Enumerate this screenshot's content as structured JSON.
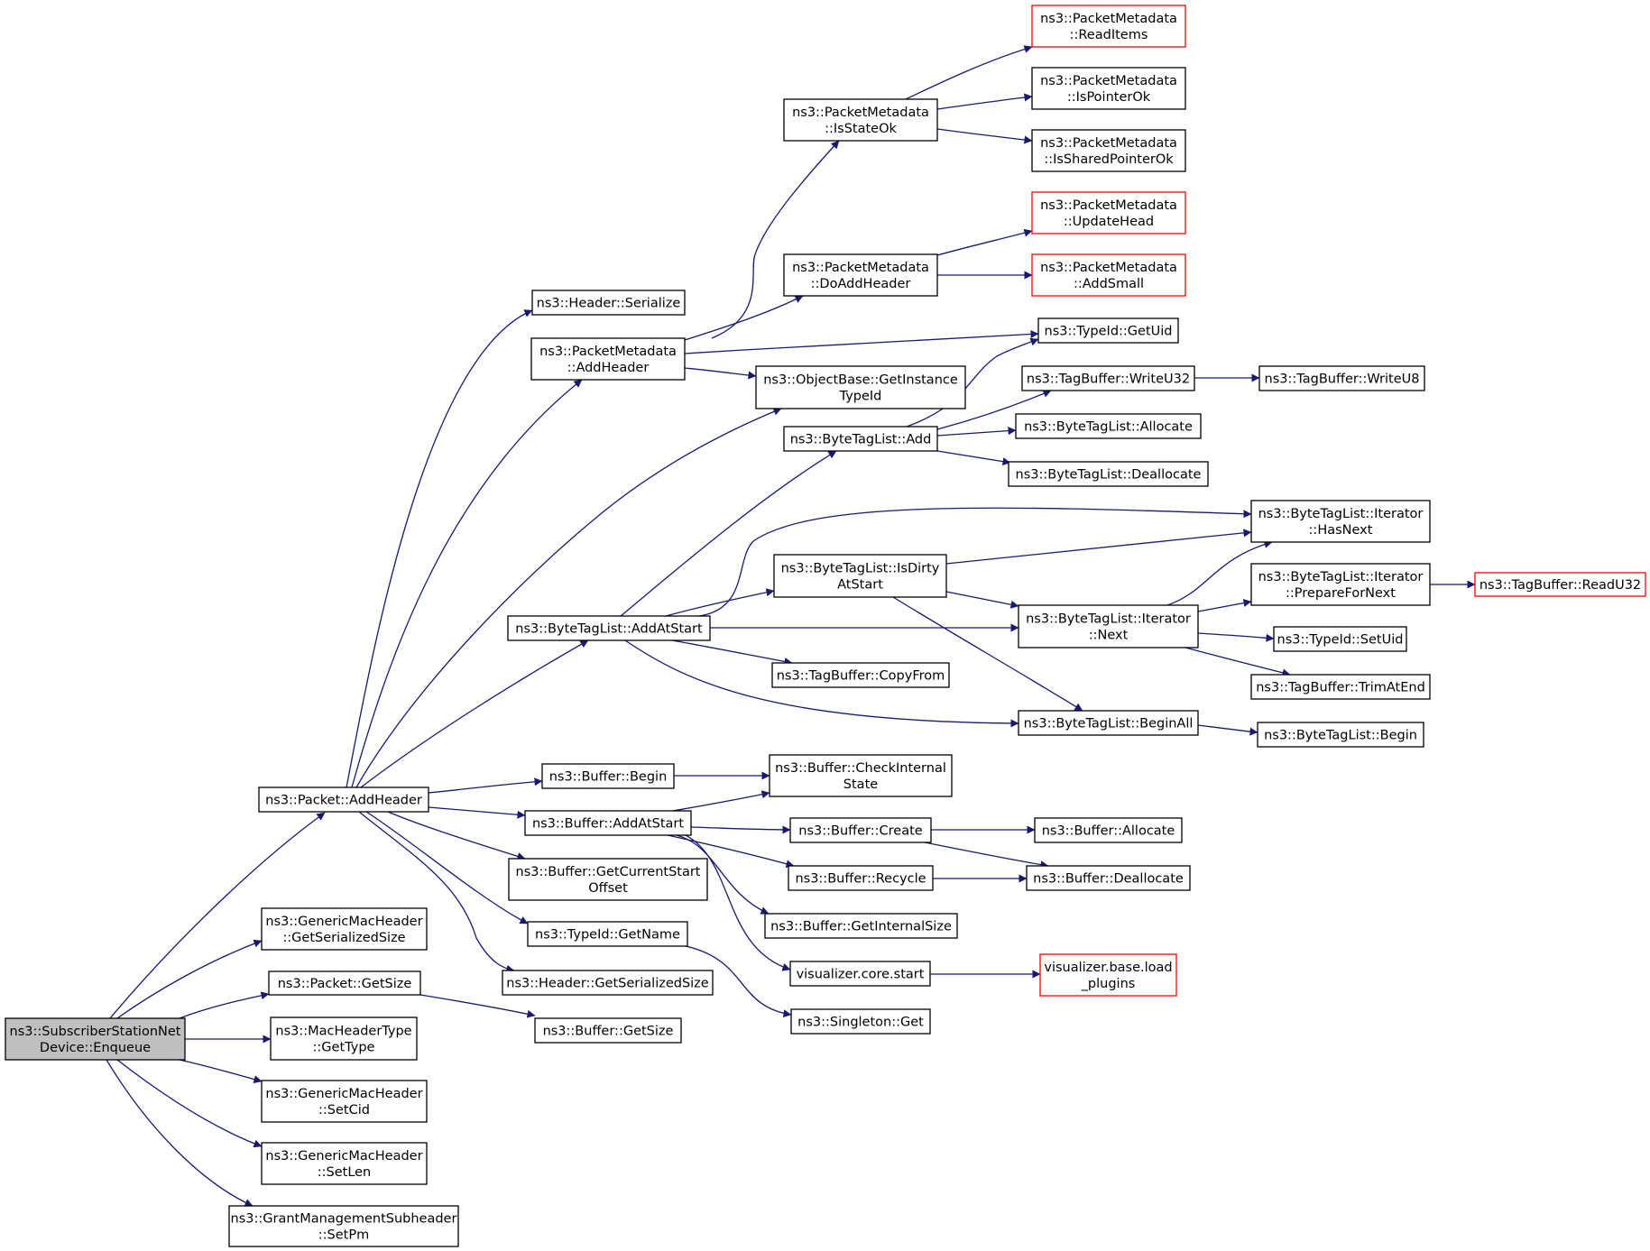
{
  "diagram": {
    "nodes": [
      {
        "id": "enqueue",
        "lines": [
          "ns3::SubscriberStationNet",
          "Device::Enqueue"
        ],
        "style": "root"
      },
      {
        "id": "p_addheader",
        "lines": [
          "ns3::Packet::AddHeader"
        ],
        "style": "normal"
      },
      {
        "id": "gmh_getsersize",
        "lines": [
          "ns3::GenericMacHeader",
          "::GetSerializedSize"
        ],
        "style": "normal"
      },
      {
        "id": "p_getsize",
        "lines": [
          "ns3::Packet::GetSize"
        ],
        "style": "normal"
      },
      {
        "id": "mht_gettype",
        "lines": [
          "ns3::MacHeaderType",
          "::GetType"
        ],
        "style": "normal"
      },
      {
        "id": "gmh_setcid",
        "lines": [
          "ns3::GenericMacHeader",
          "::SetCid"
        ],
        "style": "normal"
      },
      {
        "id": "gmh_setlen",
        "lines": [
          "ns3::GenericMacHeader",
          "::SetLen"
        ],
        "style": "normal"
      },
      {
        "id": "gms_setpm",
        "lines": [
          "ns3::GrantManagementSubheader",
          "::SetPm"
        ],
        "style": "normal"
      },
      {
        "id": "h_serialize",
        "lines": [
          "ns3::Header::Serialize"
        ],
        "style": "normal"
      },
      {
        "id": "pm_addheader",
        "lines": [
          "ns3::PacketMetadata",
          "::AddHeader"
        ],
        "style": "normal"
      },
      {
        "id": "btl_addatstart",
        "lines": [
          "ns3::ByteTagList::AddAtStart"
        ],
        "style": "normal"
      },
      {
        "id": "b_begin",
        "lines": [
          "ns3::Buffer::Begin"
        ],
        "style": "normal"
      },
      {
        "id": "b_addatstart",
        "lines": [
          "ns3::Buffer::AddAtStart"
        ],
        "style": "normal"
      },
      {
        "id": "b_getcurstart",
        "lines": [
          "ns3::Buffer::GetCurrentStart",
          "Offset"
        ],
        "style": "normal"
      },
      {
        "id": "tid_getname",
        "lines": [
          "ns3::TypeId::GetName"
        ],
        "style": "normal"
      },
      {
        "id": "h_getsersize",
        "lines": [
          "ns3::Header::GetSerializedSize"
        ],
        "style": "normal"
      },
      {
        "id": "b_getsize",
        "lines": [
          "ns3::Buffer::GetSize"
        ],
        "style": "normal"
      },
      {
        "id": "pm_isstateok",
        "lines": [
          "ns3::PacketMetadata",
          "::IsStateOk"
        ],
        "style": "normal"
      },
      {
        "id": "pm_doaddheader",
        "lines": [
          "ns3::PacketMetadata",
          "::DoAddHeader"
        ],
        "style": "normal"
      },
      {
        "id": "ob_getinsttid",
        "lines": [
          "ns3::ObjectBase::GetInstance",
          "TypeId"
        ],
        "style": "normal"
      },
      {
        "id": "btl_add",
        "lines": [
          "ns3::ByteTagList::Add"
        ],
        "style": "normal"
      },
      {
        "id": "btl_isdirty",
        "lines": [
          "ns3::ByteTagList::IsDirty",
          "AtStart"
        ],
        "style": "normal"
      },
      {
        "id": "tb_copyfrom",
        "lines": [
          "ns3::TagBuffer::CopyFrom"
        ],
        "style": "normal"
      },
      {
        "id": "b_checkint",
        "lines": [
          "ns3::Buffer::CheckInternal",
          "State"
        ],
        "style": "normal"
      },
      {
        "id": "b_create",
        "lines": [
          "ns3::Buffer::Create"
        ],
        "style": "normal"
      },
      {
        "id": "b_recycle",
        "lines": [
          "ns3::Buffer::Recycle"
        ],
        "style": "normal"
      },
      {
        "id": "b_getintsize",
        "lines": [
          "ns3::Buffer::GetInternalSize"
        ],
        "style": "normal"
      },
      {
        "id": "vis_start",
        "lines": [
          "visualizer.core.start"
        ],
        "style": "normal"
      },
      {
        "id": "singleton_get",
        "lines": [
          "ns3::Singleton::Get"
        ],
        "style": "normal"
      },
      {
        "id": "pm_readitems",
        "lines": [
          "ns3::PacketMetadata",
          "::ReadItems"
        ],
        "style": "truncated"
      },
      {
        "id": "pm_ispointerok",
        "lines": [
          "ns3::PacketMetadata",
          "::IsPointerOk"
        ],
        "style": "normal"
      },
      {
        "id": "pm_isshptrok",
        "lines": [
          "ns3::PacketMetadata",
          "::IsSharedPointerOk"
        ],
        "style": "normal"
      },
      {
        "id": "pm_updatehead",
        "lines": [
          "ns3::PacketMetadata",
          "::UpdateHead"
        ],
        "style": "truncated"
      },
      {
        "id": "pm_addsmall",
        "lines": [
          "ns3::PacketMetadata",
          "::AddSmall"
        ],
        "style": "truncated"
      },
      {
        "id": "tid_getuid",
        "lines": [
          "ns3::TypeId::GetUid"
        ],
        "style": "normal"
      },
      {
        "id": "tb_writeu32",
        "lines": [
          "ns3::TagBuffer::WriteU32"
        ],
        "style": "normal"
      },
      {
        "id": "btl_allocate",
        "lines": [
          "ns3::ByteTagList::Allocate"
        ],
        "style": "normal"
      },
      {
        "id": "btl_deallocate",
        "lines": [
          "ns3::ByteTagList::Deallocate"
        ],
        "style": "normal"
      },
      {
        "id": "btl_it_next",
        "lines": [
          "ns3::ByteTagList::Iterator",
          "::Next"
        ],
        "style": "normal"
      },
      {
        "id": "btl_beginall",
        "lines": [
          "ns3::ByteTagList::BeginAll"
        ],
        "style": "normal"
      },
      {
        "id": "b_allocate",
        "lines": [
          "ns3::Buffer::Allocate"
        ],
        "style": "normal"
      },
      {
        "id": "b_deallocate",
        "lines": [
          "ns3::Buffer::Deallocate"
        ],
        "style": "normal"
      },
      {
        "id": "vis_loadplugins",
        "lines": [
          "visualizer.base.load",
          "_plugins"
        ],
        "style": "truncated"
      },
      {
        "id": "tb_writeu8",
        "lines": [
          "ns3::TagBuffer::WriteU8"
        ],
        "style": "normal"
      },
      {
        "id": "btl_it_hasnext",
        "lines": [
          "ns3::ByteTagList::Iterator",
          "::HasNext"
        ],
        "style": "normal"
      },
      {
        "id": "btl_it_prepnext",
        "lines": [
          "ns3::ByteTagList::Iterator",
          "::PrepareForNext"
        ],
        "style": "normal"
      },
      {
        "id": "tid_setuid",
        "lines": [
          "ns3::TypeId::SetUid"
        ],
        "style": "normal"
      },
      {
        "id": "tb_trimatend",
        "lines": [
          "ns3::TagBuffer::TrimAtEnd"
        ],
        "style": "normal"
      },
      {
        "id": "btl_begin",
        "lines": [
          "ns3::ByteTagList::Begin"
        ],
        "style": "normal"
      },
      {
        "id": "tb_readu32",
        "lines": [
          "ns3::TagBuffer::ReadU32"
        ],
        "style": "truncated"
      }
    ],
    "edges": [
      [
        "enqueue",
        "p_addheader"
      ],
      [
        "enqueue",
        "gmh_getsersize"
      ],
      [
        "enqueue",
        "p_getsize"
      ],
      [
        "enqueue",
        "mht_gettype"
      ],
      [
        "enqueue",
        "gmh_setcid"
      ],
      [
        "enqueue",
        "gmh_setlen"
      ],
      [
        "enqueue",
        "gms_setpm"
      ],
      [
        "p_addheader",
        "h_serialize"
      ],
      [
        "p_addheader",
        "pm_addheader"
      ],
      [
        "p_addheader",
        "ob_getinsttid"
      ],
      [
        "p_addheader",
        "btl_addatstart"
      ],
      [
        "p_addheader",
        "b_begin"
      ],
      [
        "p_addheader",
        "b_addatstart"
      ],
      [
        "p_addheader",
        "b_getcurstart"
      ],
      [
        "p_addheader",
        "tid_getname"
      ],
      [
        "p_addheader",
        "h_getsersize"
      ],
      [
        "p_getsize",
        "b_getsize"
      ],
      [
        "pm_addheader",
        "pm_isstateok"
      ],
      [
        "pm_addheader",
        "pm_doaddheader"
      ],
      [
        "pm_addheader",
        "tid_getuid"
      ],
      [
        "pm_addheader",
        "ob_getinsttid"
      ],
      [
        "btl_addatstart",
        "btl_add"
      ],
      [
        "btl_addatstart",
        "btl_it_hasnext"
      ],
      [
        "btl_addatstart",
        "btl_isdirty"
      ],
      [
        "btl_addatstart",
        "btl_it_next"
      ],
      [
        "btl_addatstart",
        "tb_copyfrom"
      ],
      [
        "btl_addatstart",
        "btl_beginall"
      ],
      [
        "b_begin",
        "b_checkint"
      ],
      [
        "b_addatstart",
        "b_checkint"
      ],
      [
        "b_addatstart",
        "b_create"
      ],
      [
        "b_addatstart",
        "b_recycle"
      ],
      [
        "b_addatstart",
        "b_getintsize"
      ],
      [
        "b_addatstart",
        "vis_start"
      ],
      [
        "tid_getname",
        "singleton_get"
      ],
      [
        "pm_isstateok",
        "pm_readitems"
      ],
      [
        "pm_isstateok",
        "pm_ispointerok"
      ],
      [
        "pm_isstateok",
        "pm_isshptrok"
      ],
      [
        "pm_doaddheader",
        "pm_updatehead"
      ],
      [
        "pm_doaddheader",
        "pm_addsmall"
      ],
      [
        "btl_add",
        "tid_getuid"
      ],
      [
        "btl_add",
        "tb_writeu32"
      ],
      [
        "btl_add",
        "btl_allocate"
      ],
      [
        "btl_add",
        "btl_deallocate"
      ],
      [
        "btl_isdirty",
        "btl_it_hasnext"
      ],
      [
        "btl_isdirty",
        "btl_it_next"
      ],
      [
        "btl_isdirty",
        "btl_beginall"
      ],
      [
        "btl_it_next",
        "btl_it_hasnext"
      ],
      [
        "btl_it_next",
        "btl_it_prepnext"
      ],
      [
        "btl_it_next",
        "tid_setuid"
      ],
      [
        "btl_it_next",
        "tb_trimatend"
      ],
      [
        "btl_it_prepnext",
        "tb_readu32"
      ],
      [
        "btl_beginall",
        "btl_begin"
      ],
      [
        "b_create",
        "b_allocate"
      ],
      [
        "b_create",
        "b_deallocate"
      ],
      [
        "b_recycle",
        "b_deallocate"
      ],
      [
        "vis_start",
        "vis_loadplugins"
      ],
      [
        "tb_writeu32",
        "tb_writeu8"
      ]
    ],
    "colors": {
      "edge": "#191970",
      "root_fill": "#bfbfbf",
      "truncated_border": "#ff0000",
      "node_border": "#000000"
    }
  }
}
